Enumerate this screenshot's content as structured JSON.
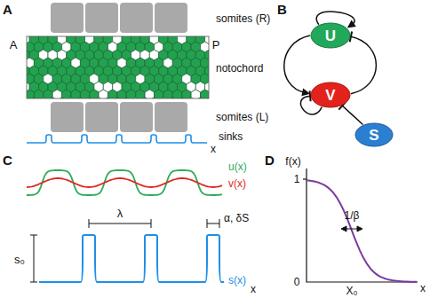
{
  "diagram": {
    "nodes": [
      {
        "text": [
          "U"
        ]
      },
      {
        "text": [
          "V"
        ]
      },
      {
        "text": [
          "S"
        ]
      }
    ],
    "edges": [
      {
        "from": 0,
        "to": 0,
        "arrow": "to"
      },
      {
        "from": 0,
        "to": 1,
        "arrow": "to"
      },
      {
        "from": 1,
        "to": 0,
        "arrow": "to"
      },
      {
        "from": 1,
        "to": 1,
        "arrow": "to"
      },
      {
        "from": 2,
        "to": 1,
        "arrow": "to"
      }
    ],
    "labels": [
      "A",
      "somites (R)",
      "A",
      "P",
      "notochord",
      "somites (L)",
      "sinks",
      "x",
      "B",
      "C",
      "u(x)",
      "v(x)",
      "λ",
      "α, δS",
      "s₀",
      "s(x)",
      "x",
      "D",
      "f(x)",
      "1",
      "0",
      "X₀",
      "1/β",
      "x"
    ]
  }
}
